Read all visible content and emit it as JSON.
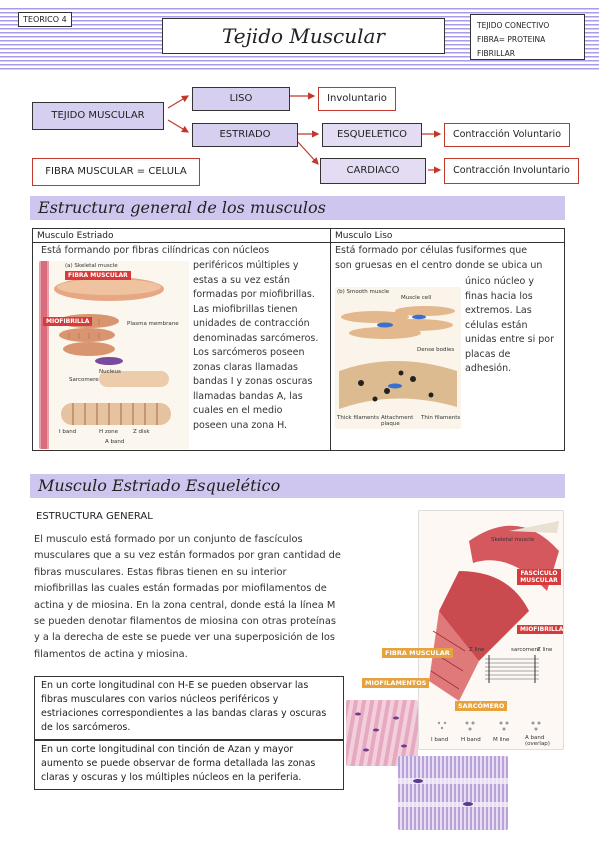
{
  "header": {
    "tag": "TEORICO 4",
    "title": "Tejido Muscular",
    "right_line1": "TEJIDO CONECTIVO",
    "right_line2": "FIBRA= PROTEINA FIBRILLAR"
  },
  "concept_map": {
    "root": "TEJIDO MUSCULAR",
    "liso": "LISO",
    "involuntario": "Involuntario",
    "estriado": "ESTRIADO",
    "esqueletico": "ESQUELETICO",
    "contraccion_voluntario": "Contracción Voluntario",
    "cardiaco": "CARDIACO",
    "contraccion_involuntario": "Contracción Involuntario",
    "fibra_celula": "FIBRA MUSCULAR = CELULA"
  },
  "section1": {
    "title": "Estructura general de los musculos",
    "col1_header": "Musculo Estriado",
    "col2_header": "Musculo Liso",
    "estriado_lead": "Está formando por fibras cilíndricas con núcleos",
    "estriado_lines": [
      "periféricos múltiples y",
      "estas a su vez están",
      "formadas por miofibrillas.",
      "Las miofibrillas tienen",
      "unidades de contracción",
      "denominadas sarcómeros.",
      "Los sarcómeros poseen",
      "zonas claras llamadas",
      "bandas I y zonas oscuras",
      "llamadas bandas A, las",
      "cuales en el medio",
      "poseen una zona H."
    ],
    "liso_lead1": "Está formado por células fusiformes que",
    "liso_lead2": "son gruesas en el centro donde se ubica un",
    "liso_lines": [
      "único núcleo y",
      "finas hacia los",
      "extremos. Las",
      "células están",
      "unidas entre si por",
      "placas de",
      "adhesión."
    ],
    "fig1": {
      "title": "(a) Skeletal muscle",
      "label_fibra": "FIBRA MUSCULAR",
      "label_miofibrilla": "MIOFIBRILLA",
      "plasma": "Plasma membrane",
      "nucleus": "Nucleus",
      "sarcomere": "Sarcomere",
      "iband": "I band",
      "hzone": "H zone",
      "zdisk": "Z disk",
      "aband": "A band"
    },
    "fig2": {
      "title": "(b) Smooth muscle",
      "muscle_cell": "Muscle cell",
      "dense_bodies": "Dense bodies",
      "thick": "Thick filaments",
      "attachment": "Attachment plaque",
      "thin": "Thin filaments"
    }
  },
  "section2": {
    "title": "Musculo Estriado Esquelético",
    "subtitle": "ESTRUCTURA GENERAL",
    "paragraph_lines": [
      "El musculo está formado por un conjunto de fascículos",
      "musculares que a su vez están formados por gran cantidad de",
      "fibras musculares. Estas fibras tienen en su interior",
      "miofibrillas las cuales están formadas por miofilamentos de",
      "actina y de miosina. En la zona central, donde está la línea M",
      "se pueden denotar filamentos de miosina con otras proteínas",
      "y a la derecha de este se puede ver una superposición de los",
      "filamentos de actina y miosina."
    ],
    "box1_lines": [
      "En un corte longitudinal con H-E se pueden observar las",
      "fibras musculares con varios núcleos periféricos y",
      "estriaciones correspondientes a las bandas claras y oscuras",
      "de los sarcómeros."
    ],
    "box2_lines": [
      "En un corte longitudinal con tinción de Azan y mayor",
      "aumento se puede observar de forma detallada las zonas",
      "claras y oscuras y los múltiples núcleos en la periferia."
    ],
    "fig3": {
      "skeletal": "Skeletal muscle",
      "fasciculo": "FASCÍCULO MUSCULAR",
      "miofibrilla": "MIOFIBRILLA",
      "fibra": "FIBRA MUSCULAR",
      "miofilamentos": "MIOFILAMENTOS",
      "sarcomero": "SARCÓMERO",
      "zline1": "Z line",
      "zline2": "Z line",
      "sarcomere": "sarcomere",
      "iband": "I band",
      "hband": "H band",
      "mline": "M line",
      "aband": "A band (overlap)"
    }
  },
  "colors": {
    "stripe": "#a89ce8",
    "section_bg": "#cfc6f0",
    "node_purple": "#d7cff0",
    "arrow_red": "#c0392b",
    "label_red": "#d63a3a",
    "label_yellow": "#e6a23c"
  }
}
